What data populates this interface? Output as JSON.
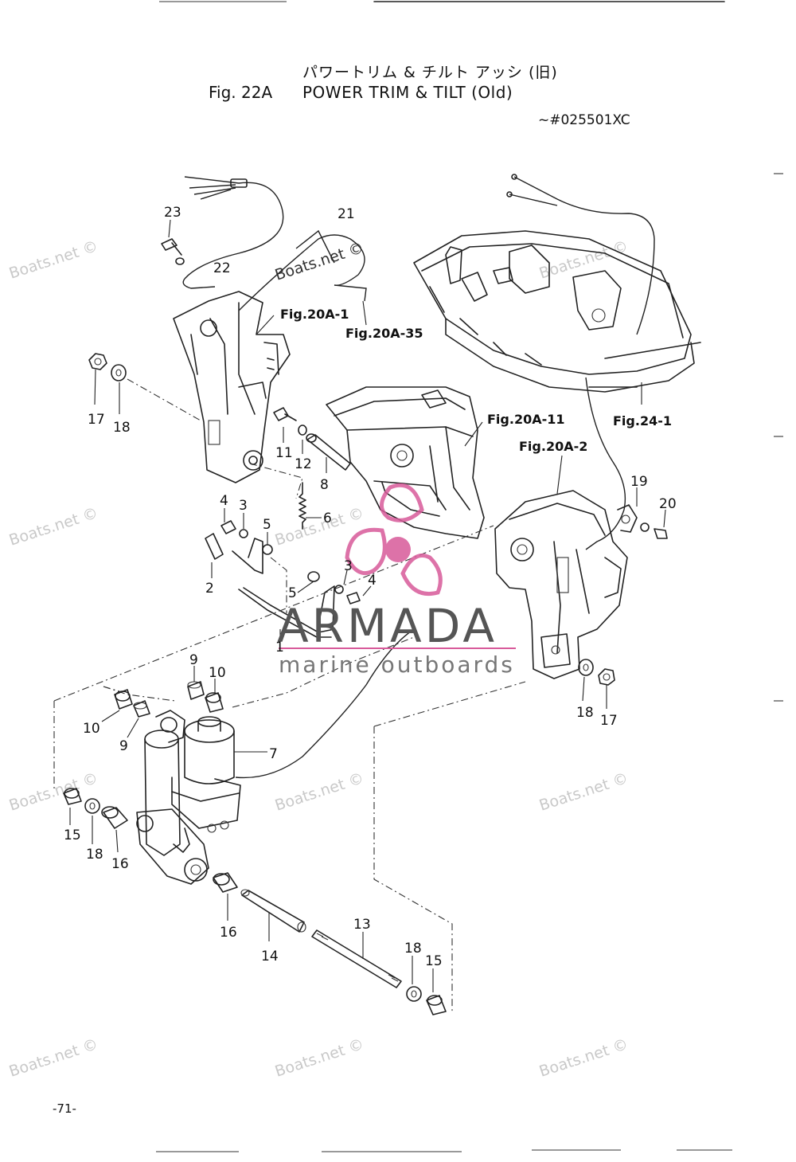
{
  "header": {
    "title_jp": "パワートリム & チルト アッシ (旧)",
    "fig_number": "Fig. 22A",
    "title_en": "POWER TRIM & TILT (Old)",
    "serial_range": "~#025501XC"
  },
  "footer": {
    "page_number": "-71-"
  },
  "watermark": {
    "text": "Boats.net ©"
  },
  "logo": {
    "name": "ARMADA",
    "tagline": "marine outboards",
    "color": "#d85a9a"
  },
  "references": {
    "r20a1": "Fig.20A-1",
    "r20a35": "Fig.20A-35",
    "r20a11": "Fig.20A-11",
    "r20a2": "Fig.20A-2",
    "r241": "Fig.24-1"
  },
  "callouts": {
    "c1": "1",
    "c2": "2",
    "c3a": "3",
    "c3b": "3",
    "c4a": "4",
    "c4b": "4",
    "c5a": "5",
    "c5b": "5",
    "c6": "6",
    "c7": "7",
    "c8": "8",
    "c9a": "9",
    "c9b": "9",
    "c10a": "10",
    "c10b": "10",
    "c11": "11",
    "c12": "12",
    "c13": "13",
    "c14": "14",
    "c15a": "15",
    "c15b": "15",
    "c16a": "16",
    "c16b": "16",
    "c17a": "17",
    "c17b": "17",
    "c18a": "18",
    "c18b": "18",
    "c18c": "18",
    "c18d": "18",
    "c19": "19",
    "c20": "20",
    "c21": "21",
    "c22": "22",
    "c23": "23"
  }
}
